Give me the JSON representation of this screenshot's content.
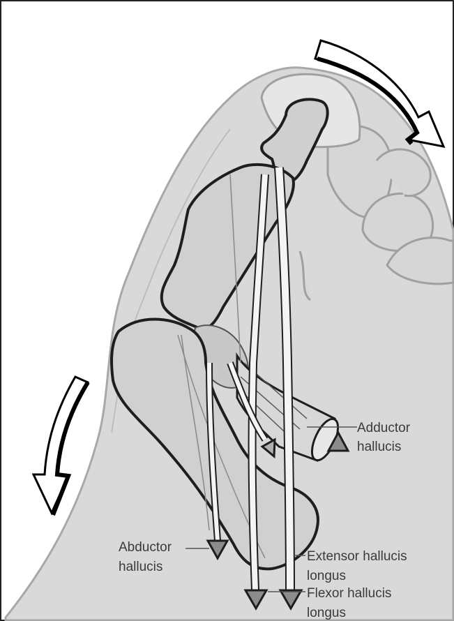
{
  "labels": {
    "adductor": [
      "Adductor",
      "hallucis"
    ],
    "abductor": [
      "Abductor",
      "hallucis"
    ],
    "extensor": [
      "Extensor hallucis",
      "longus"
    ],
    "flexor": [
      "Flexor hallucis",
      "longus"
    ]
  },
  "colors": {
    "skin": "#d9d9d9",
    "bone": "#cfcfcf",
    "outline": "#1e1e1e",
    "skin_outline": "#a8a8a8",
    "tendon": "#f4f4f4",
    "marker": "#8c8c8c",
    "arrow_fill": "#ffffff"
  }
}
